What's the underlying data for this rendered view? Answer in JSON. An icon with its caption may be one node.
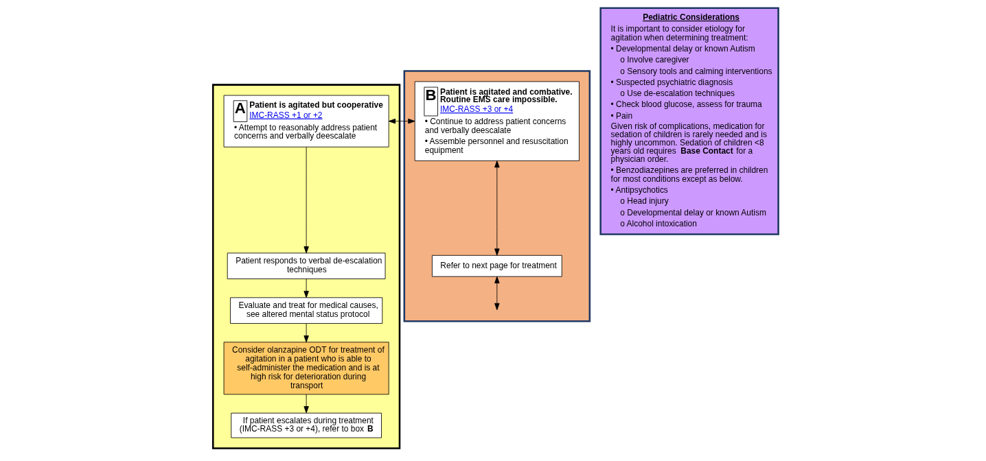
{
  "diagram": {
    "nodes": [
      {
        "text": [],
        "shape": "box"
      },
      {
        "text": [
          "A",
          "Patient is agitated but cooperative",
          "IMC-RASS +1 or +2",
          "• Attempt to reasonably address patient concerns and verbally deescalate"
        ],
        "in": 0
      },
      {
        "text": [
          "Patient responds to verbal de-escalation techniques"
        ],
        "in": 0
      },
      {
        "text": [
          "Evaluate and treat for medical causes, see altered mental status protocol"
        ],
        "in": 0
      },
      {
        "text": [
          "Consider olanzapine ODT for treatment of agitation in a patient who is able to self-administer the medication and is at high risk for deterioration during transport"
        ],
        "in": 0
      },
      {
        "text": [
          "If patient escalates during treatment (IMC-RASS +3 or +4), refer to box **B**"
        ],
        "in": 0
      },
      {
        "text": [],
        "shape": "box"
      },
      {
        "text": [
          "B",
          "Patient is agitated and combative. Routine EMS care impossible.",
          "IMC-RASS +3 or +4",
          "• Continue to address patient concerns and verbally deescalate",
          "• Assemble personnel and resuscitation equipment"
        ],
        "in": 6
      },
      {
        "text": [
          "Refer to next page for treatment"
        ],
        "in": 6
      },
      {
        "text": [
          "Pediatric Considerations",
          "It is important to consider etiology for agitation when determining treatment:",
          "• Developmental delay or known Autism",
          "o Involve caregiver",
          "o Sensory tools and calming interventions",
          "• Suspected psychiatric diagnosis",
          "o Use de-escalation techniques",
          "• Check blood glucose, assess for trauma",
          "• Pain",
          "Given risk of complications, medication for sedation of children is rarely needed and is highly uncommon. Sedation of children <8 years old requires **Base Contact** for a physician order.",
          "• Benzodiazepines are preferred in children for most conditions except as below.",
          "• Antipsychotics",
          "o Head injury",
          "o Developmental delay or known Autism",
          "o Alcohol intoxication"
        ]
      }
    ],
    "edges": [
      {
        "from": 1,
        "to": 2,
        "arrow": "to"
      },
      {
        "from": 2,
        "to": 3,
        "arrow": "to"
      },
      {
        "from": 3,
        "to": 4,
        "arrow": "to"
      },
      {
        "from": 4,
        "to": 5,
        "arrow": "to"
      },
      {
        "from": 1,
        "to": 7,
        "arrow": "both"
      },
      {
        "from": 7,
        "to": 8,
        "arrow": "both"
      },
      {
        "from": 8,
        "to": null,
        "arrow": "both"
      }
    ]
  }
}
